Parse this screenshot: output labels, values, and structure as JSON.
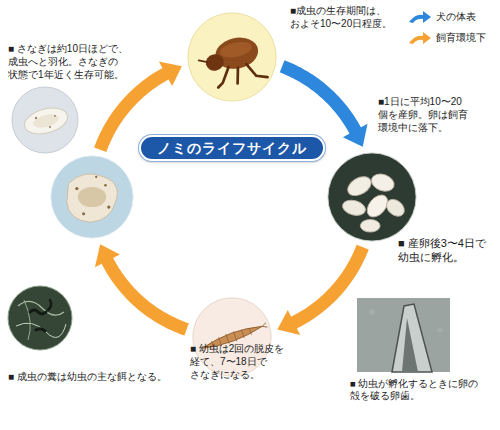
{
  "diagram": {
    "title": "ノミのライフサイクル",
    "nodes": [
      {
        "text": [
          "■成虫の生存期間は、 およそ10〜20日程度。"
        ]
      },
      {
        "text": [
          "■1日に平均10〜20 個を産卵。卵は飼育 環境中に落下。"
        ]
      },
      {
        "text": [
          "■ 幼虫は2回の脱皮を 経て、7〜18日で さなぎになる。"
        ]
      },
      {
        "text": [
          "■ さなぎは約10日ほどで、 成虫へと羽化。さなぎの 状態で1年近く生存可能。"
        ]
      }
    ],
    "edges": [
      {
        "from": 0,
        "to": 1,
        "arrow": "to"
      },
      {
        "from": 1,
        "to": 2,
        "arrow": "to"
      },
      {
        "from": 2,
        "to": 3,
        "arrow": "to"
      },
      {
        "from": 3,
        "to": 0,
        "arrow": "to"
      }
    ],
    "labels": [
      "■ 産卵後3〜4日で 幼虫に孵化。",
      "■ 成虫の糞は幼虫の主な餌となる。",
      "■ 幼虫が孵化するときに卵の 殻を破る卵歯。"
    ],
    "legend": [
      {
        "text": "犬の体表",
        "color": "#2c87dd"
      },
      {
        "text": "飼育環境下",
        "color": "#f6a233"
      }
    ]
  }
}
